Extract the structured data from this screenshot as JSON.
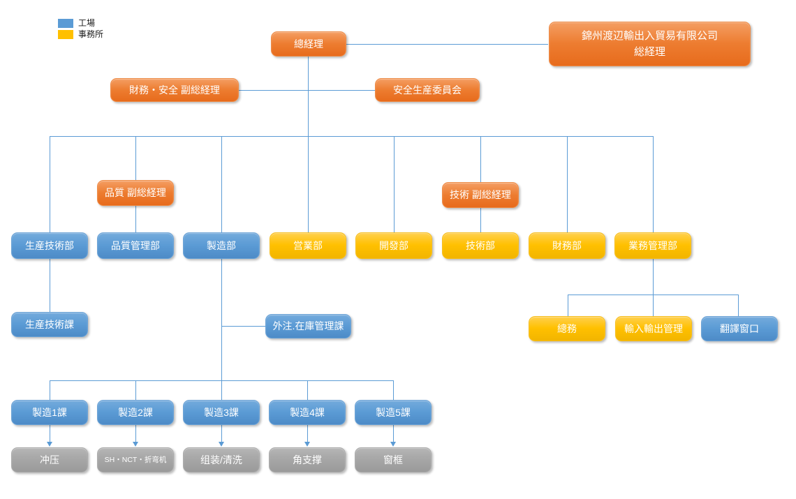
{
  "legend": {
    "items": [
      {
        "label": "工場",
        "color": "#5B9BD5",
        "meaning": "factory"
      },
      {
        "label": "事務所",
        "color": "#FFC000",
        "meaning": "office"
      }
    ]
  },
  "colors": {
    "executive": "#ED7D31",
    "factory": "#5B9BD5",
    "office": "#FFC000",
    "process": "#A6A6A6",
    "connector": "#5B9BD5"
  },
  "nodes": {
    "gm": {
      "label": "總経理"
    },
    "company": {
      "line1": "錦州渡辺輸出入貿易有限公司",
      "line2": "総経理"
    },
    "vp_finance_safety": {
      "label": "財務・安全 副総経理"
    },
    "safety_committee": {
      "label": "安全生産委員会"
    },
    "vp_quality": {
      "label": "品質 副総経理"
    },
    "vp_tech": {
      "label": "技術 副総経理"
    },
    "prod_tech_dept": {
      "label": "生産技術部"
    },
    "quality_dept": {
      "label": "品質管理部"
    },
    "mfg_dept": {
      "label": "製造部"
    },
    "sales_dept": {
      "label": "営業部"
    },
    "dev_dept": {
      "label": "開發部"
    },
    "tech_dept": {
      "label": "技術部"
    },
    "finance_dept": {
      "label": "財務部"
    },
    "biz_mgmt_dept": {
      "label": "業務管理部"
    },
    "prod_tech_section": {
      "label": "生産技術課"
    },
    "outsourcing_inventory": {
      "label": "外注.在庫管理課"
    },
    "general_affairs": {
      "label": "總務"
    },
    "import_export_mgmt": {
      "label": "輸入輸出管理"
    },
    "translation_window": {
      "label": "翻譯窗口"
    },
    "mfg_sec1": {
      "label": "製造1課"
    },
    "mfg_sec2": {
      "label": "製造2課"
    },
    "mfg_sec3": {
      "label": "製造3課"
    },
    "mfg_sec4": {
      "label": "製造4課"
    },
    "mfg_sec5": {
      "label": "製造5課"
    },
    "press": {
      "label": "冲压"
    },
    "sh_nct_bending": {
      "label": "SH・NCT・折弯机"
    },
    "assembly_cleaning": {
      "label": "组装/清洗"
    },
    "corner_support": {
      "label": "角支撑"
    },
    "window_frame": {
      "label": "窗框"
    }
  }
}
